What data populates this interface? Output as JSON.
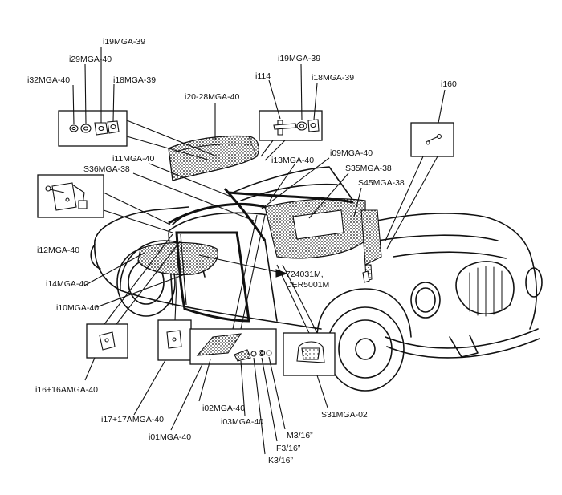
{
  "labels": {
    "i19_top": "i19MGA-39",
    "i29": "i29MGA-40",
    "i32": "i32MGA-40",
    "i18_top": "i18MGA-39",
    "i20_28": "i20-28MGA-40",
    "i114": "i114",
    "i19_mid": "i19MGA-39",
    "i18_mid": "i18MGA-39",
    "i160": "i160",
    "i11": "i11MGA-40",
    "s36": "S36MGA-38",
    "i13": "i13MGA-40",
    "i09": "i09MGA-40",
    "s35": "S35MGA-38",
    "s45": "S45MGA-38",
    "i12": "i12MGA-40",
    "i14": "i14MGA-40",
    "part_724_line1": "724031M,",
    "part_724_line2": "DER5001M",
    "i10": "i10MGA-40",
    "i16": "i16+16AMGA-40",
    "i17": "i17+17AMGA-40",
    "i02": "i02MGA-40",
    "i03": "i03MGA-40",
    "i01": "i01MGA-40",
    "s31": "S31MGA-02",
    "m3": "M3/16”",
    "f3": "F3/16”",
    "k3": "K3/16”"
  }
}
